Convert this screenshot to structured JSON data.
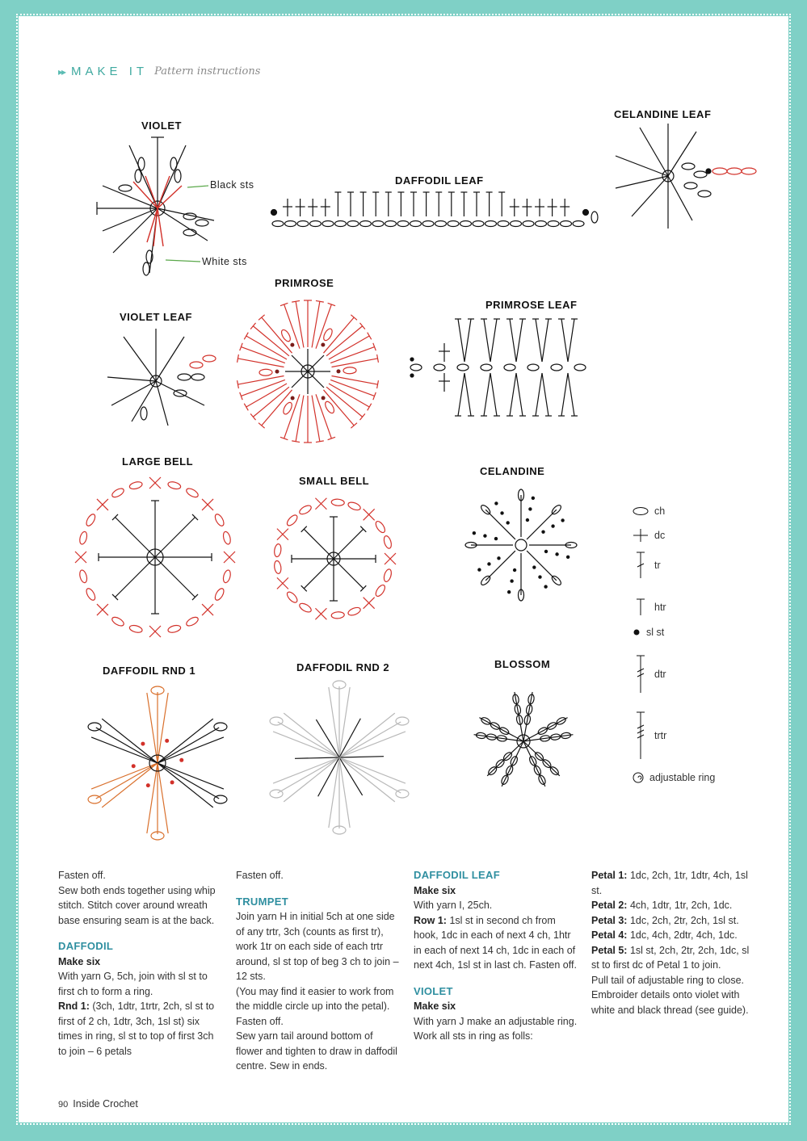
{
  "header": {
    "arrows": "▸▸",
    "title": "MAKE IT",
    "subtitle": "Pattern instructions"
  },
  "diagrams": {
    "violet": "VIOLET",
    "violet_black": "Black sts",
    "violet_white": "White sts",
    "daffodil_leaf": "DAFFODIL LEAF",
    "celandine_leaf": "CELANDINE LEAF",
    "primrose": "PRIMROSE",
    "violet_leaf": "VIOLET LEAF",
    "primrose_leaf": "PRIMROSE LEAF",
    "large_bell": "LARGE BELL",
    "small_bell": "SMALL BELL",
    "celandine": "CELANDINE",
    "daffodil_rnd1": "DAFFODIL RND 1",
    "daffodil_rnd2": "DAFFODIL RND 2",
    "blossom": "BLOSSOM"
  },
  "legend": {
    "ch": "ch",
    "dc": "dc",
    "tr": "tr",
    "htr": "htr",
    "slst": "sl st",
    "dtr": "dtr",
    "trtr": "trtr",
    "ring": "adjustable ring"
  },
  "colors": {
    "accent": "#2f8fa0",
    "border": "#7fd0c6",
    "red": "#d2312a",
    "orange": "#d9702c",
    "grey": "#b8b8b8"
  },
  "col1": {
    "p1": "Fasten off.",
    "p2": "Sew both ends together using whip stitch. Stitch cover around wreath base ensuring seam is at the back.",
    "h_daffodil": "DAFFODIL",
    "make": "Make six",
    "p3": "With yarn G, 5ch, join with sl st to first ch to form a ring.",
    "rnd1_label": "Rnd 1:",
    "rnd1": " (3ch, 1dtr, 1trtr, 2ch, sl st to first of 2 ch, 1dtr, 3ch, 1sl st) six times in ring, sl st to top of first 3ch to join – 6 petals"
  },
  "col2": {
    "p1": "Fasten off.",
    "h_trumpet": "TRUMPET",
    "p2": "Join yarn H in initial 5ch at one side of any trtr, 3ch (counts as first tr), work 1tr on each side of each trtr around, sl st top of beg 3 ch to join – 12 sts.",
    "p3": "(You may find it easier to work from the middle circle up into the petal). Fasten off.",
    "p4": "Sew yarn tail around bottom of flower and tighten to draw in daffodil centre. Sew in ends."
  },
  "col3": {
    "h_leaf": "DAFFODIL LEAF",
    "make": "Make six",
    "p1": "With yarn I, 25ch.",
    "row1_label": "Row 1:",
    "row1": " 1sl st in second ch from hook, 1dc in each of next 4 ch, 1htr in each of next 14 ch, 1dc in each of next 4ch, 1sl st in last ch. Fasten off.",
    "h_violet": "VIOLET",
    "make2": "Make six",
    "p2": "With yarn J make an adjustable ring.",
    "p3": "Work all sts in ring as folls:"
  },
  "col4": {
    "pet1_label": "Petal 1:",
    "pet1": " 1dc, 2ch, 1tr, 1dtr, 4ch, 1sl st.",
    "pet2_label": "Petal 2:",
    "pet2": " 4ch, 1dtr, 1tr, 2ch, 1dc.",
    "pet3_label": "Petal 3:",
    "pet3": " 1dc, 2ch, 2tr, 2ch, 1sl st.",
    "pet4_label": "Petal 4:",
    "pet4": " 1dc, 4ch, 2dtr, 4ch, 1dc.",
    "pet5_label": "Petal 5:",
    "pet5": " 1sl st, 2ch, 2tr, 2ch, 1dc, sl st to first dc of Petal 1 to join.",
    "p1": "Pull tail of adjustable ring to close.",
    "p2": "Embroider details onto violet with white and black thread (see guide)."
  },
  "footer": {
    "page": "90",
    "mag": "Inside Crochet"
  }
}
